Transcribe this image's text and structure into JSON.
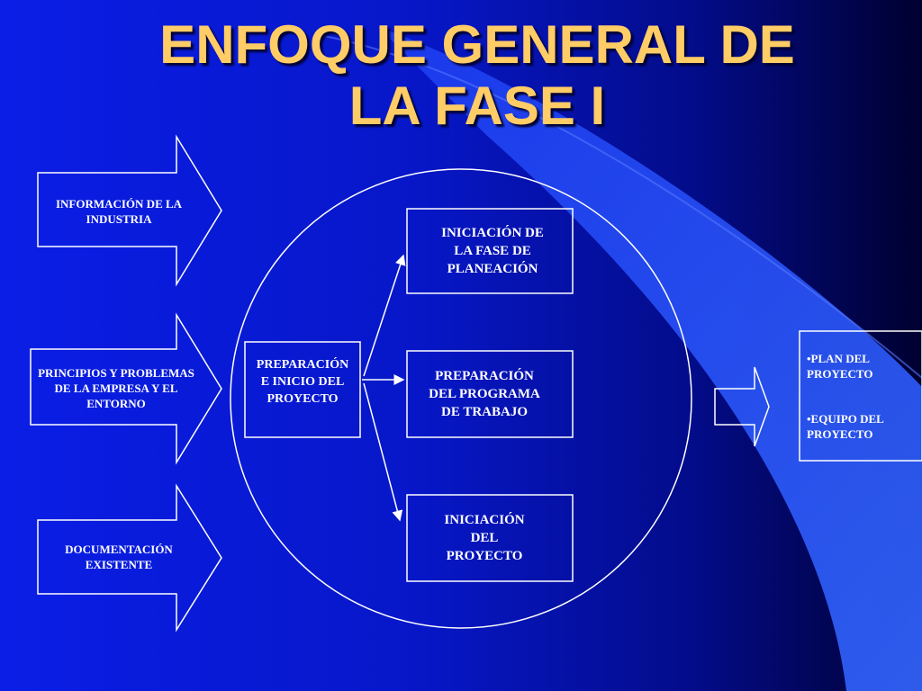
{
  "title": {
    "line1": "ENFOQUE GENERAL DE",
    "line2": "LA FASE I"
  },
  "inputs": [
    "INFORMACIÓN DE LA\nINDUSTRIA",
    "PRINCIPIOS Y PROBLEMAS\nDE LA EMPRESA Y EL\nENTORNO",
    "DOCUMENTACIÓN\nEXISTENTE"
  ],
  "center": {
    "prep": "PREPARACIÓN\nE INICIO DEL\nPROYECTO",
    "iniciacion_fase": "INICIACIÓN DE\nLA FASE DE\nPLANEACIÓN",
    "programa": "PREPARACIÓN\nDEL PROGRAMA\nDE  TRABAJO",
    "iniciacion_proyecto": "INICIACIÓN\nDEL\nPROYECTO"
  },
  "outputs": {
    "item1": "•PLAN DEL\nPROYECTO",
    "item2": "•EQUIPO DEL\nPROYECTO"
  },
  "colors": {
    "bg_main": "#0A1EE6",
    "bg_dark": "#000050",
    "accent_swoosh": "#3366FF",
    "title": "#FFCC66",
    "line": "#FFFFFF"
  }
}
